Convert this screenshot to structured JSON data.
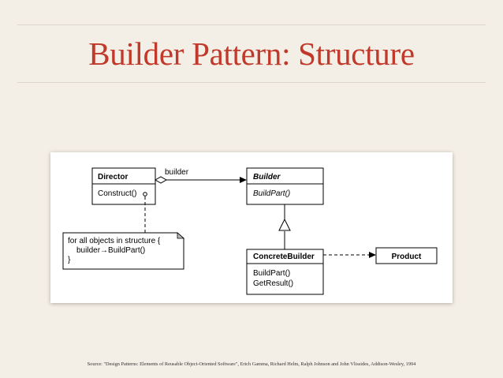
{
  "slide": {
    "title": "Builder Pattern: Structure",
    "source": "Source: \"Design Patterns: Elements of Reusable Object-Oriented Software\", Erich Gamma, Richard Helm, Ralph Johnson and John Vlissides, Addison-Wesley, 1994"
  },
  "diagram": {
    "director": {
      "name": "Director",
      "operation": "Construct()"
    },
    "builder": {
      "name": "Builder",
      "operation": "BuildPart()"
    },
    "concrete_builder": {
      "name": "ConcreteBuilder",
      "operations": [
        "BuildPart()",
        "GetResult()"
      ]
    },
    "product": {
      "name": "Product"
    },
    "association_label": "builder",
    "note_lines": [
      "for all objects in structure {",
      "builder→BuildPart()",
      "}"
    ]
  }
}
